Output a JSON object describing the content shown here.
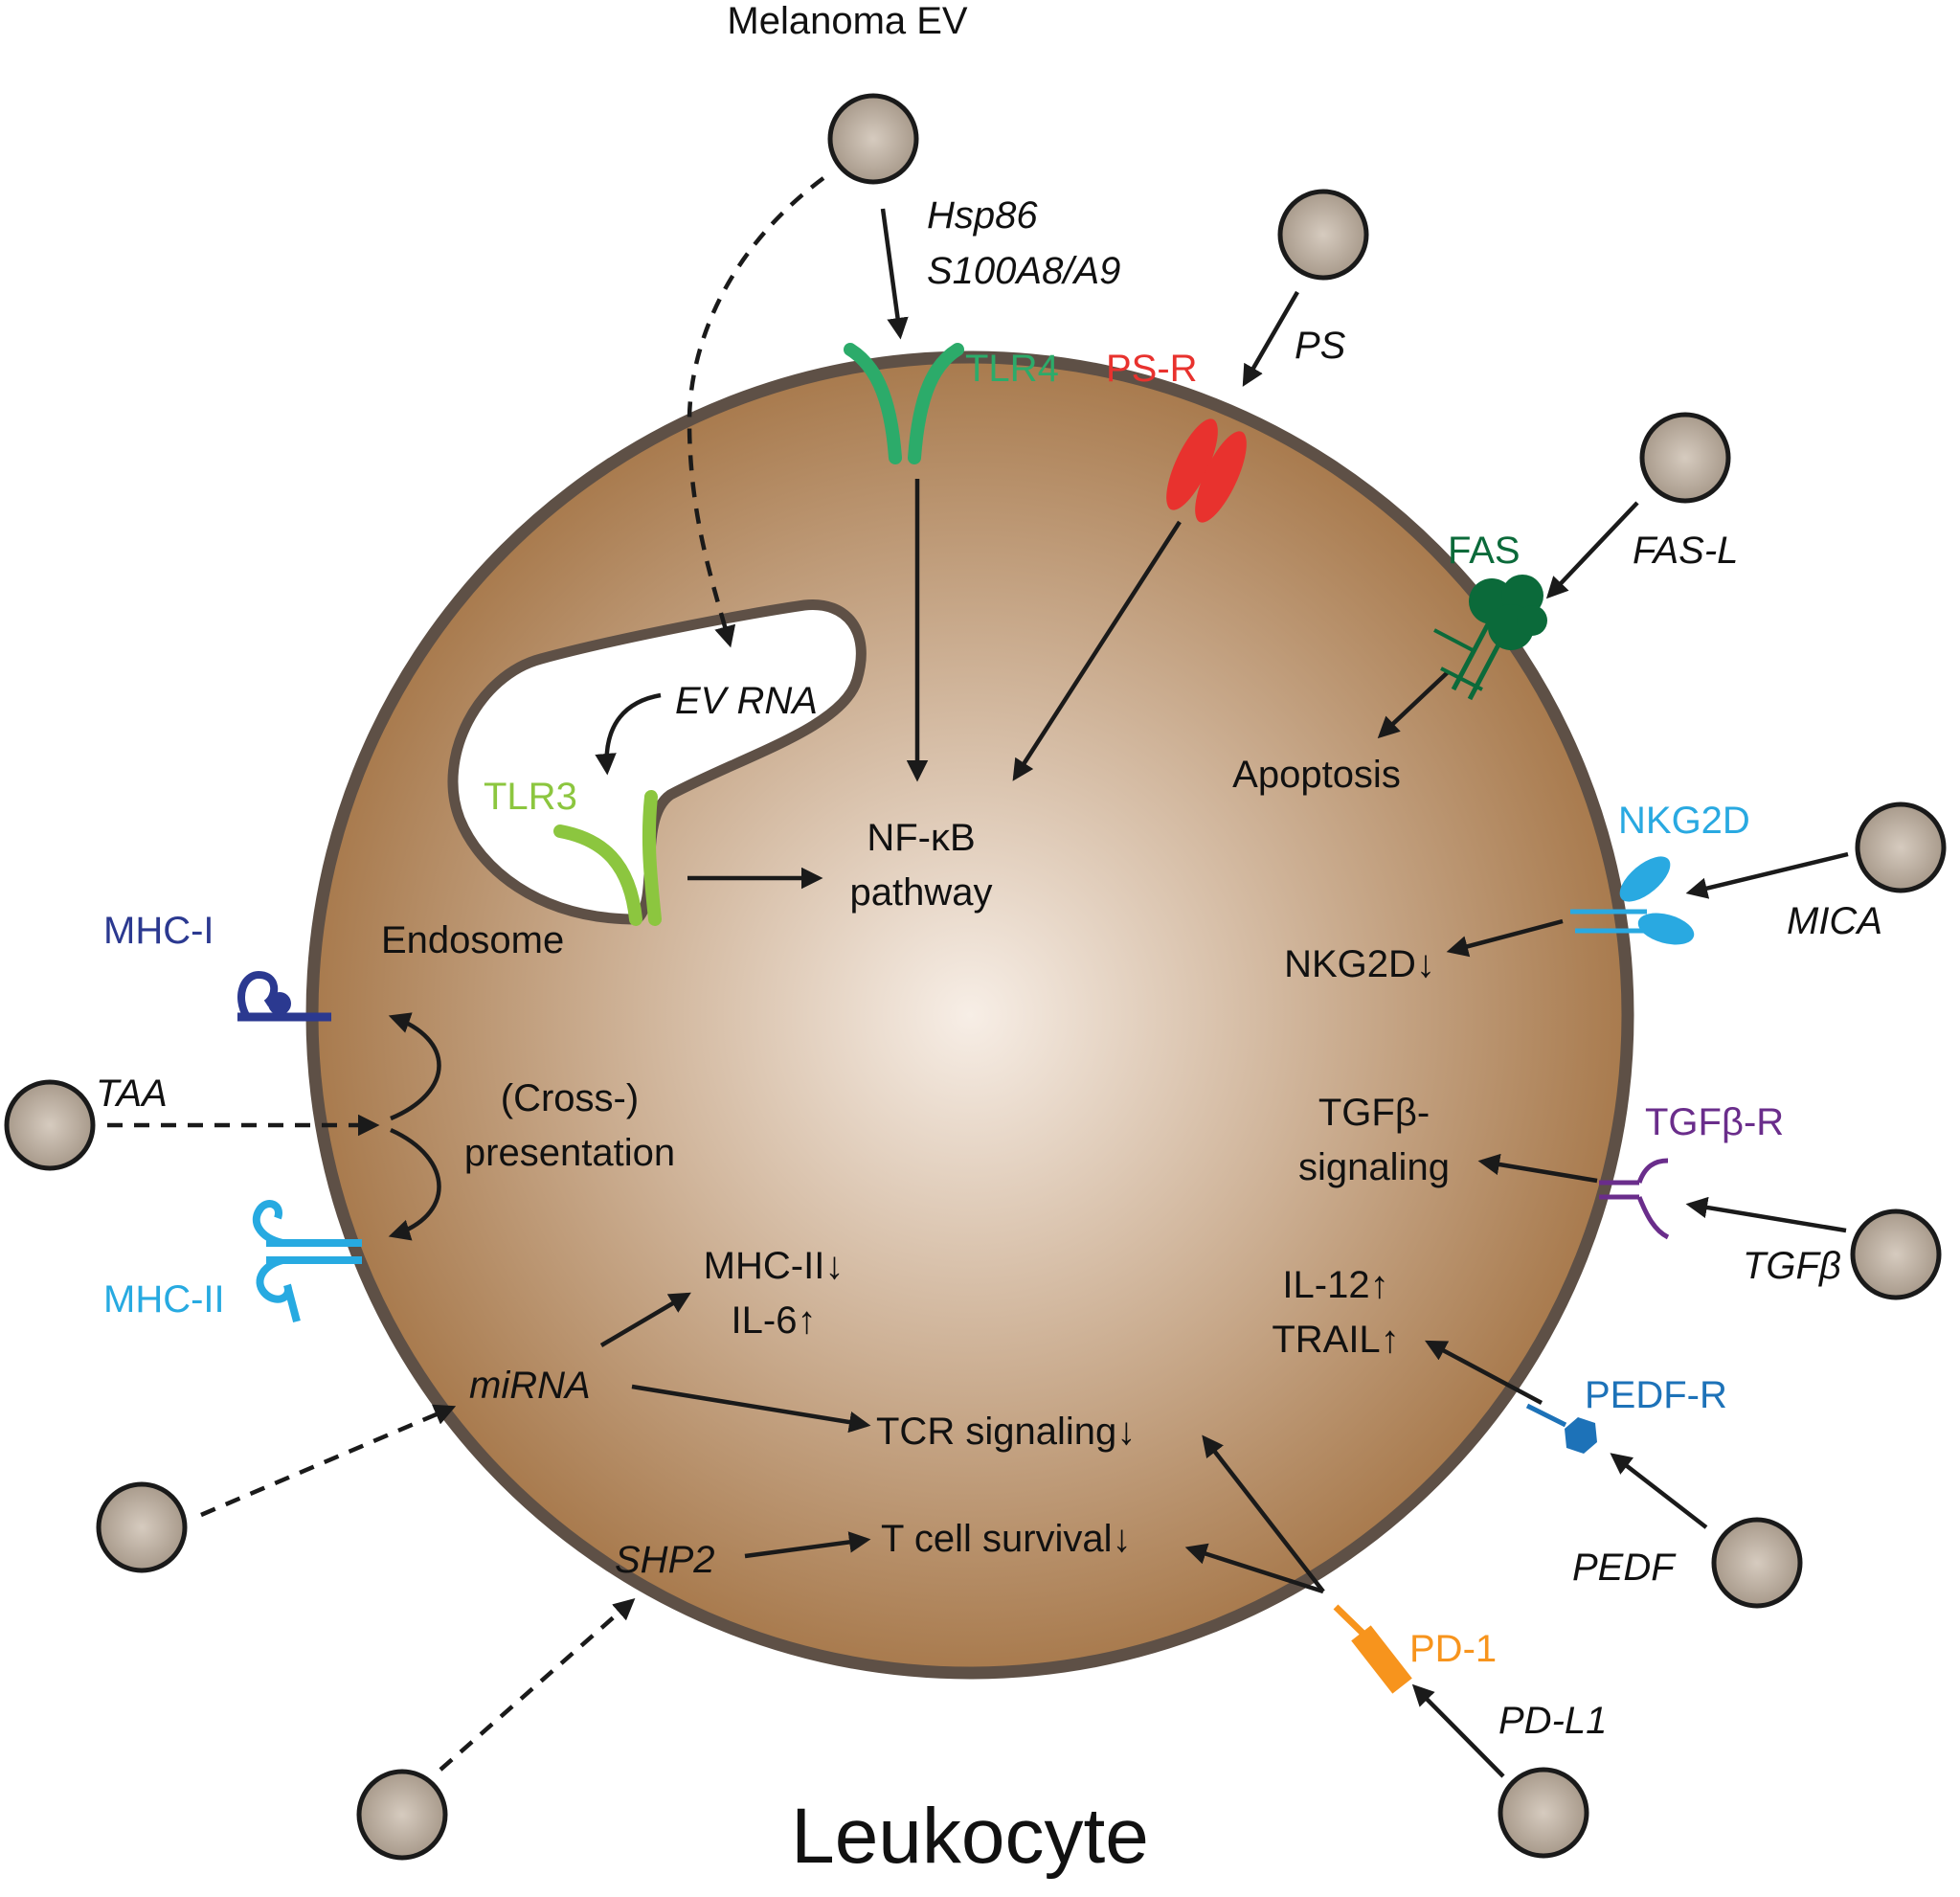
{
  "title": "Leukocyte",
  "source_label": "Melanoma EV",
  "compartment": {
    "endosome": "Endosome",
    "ev_rna": "EV RNA"
  },
  "receptors": {
    "tlr4": "TLR4",
    "tlr3": "TLR3",
    "ps_r": "PS-R",
    "fas": "FAS",
    "nkg2d": "NKG2D",
    "tgfb_r": "TGFβ-R",
    "pedf_r": "PEDF-R",
    "pd1": "PD-1",
    "mhc1": "MHC-I",
    "mhc2": "MHC-II"
  },
  "ligands": {
    "hsp86": "Hsp86",
    "s100": "S100A8/A9",
    "ps": "PS",
    "fas_l": "FAS-L",
    "mica": "MICA",
    "tgfb": "TGFβ",
    "pedf": "PEDF",
    "pd_l1": "PD-L1",
    "taa": "TAA",
    "mirna": "miRNA",
    "shp2": "SHP2"
  },
  "outcomes": {
    "nfkb_line1": "NF-κB",
    "nfkb_line2": "pathway",
    "apoptosis": "Apoptosis",
    "nkg2d_down": "NKG2D↓",
    "tgfb_line1": "TGFβ-",
    "tgfb_line2": "signaling",
    "il12": "IL-12↑",
    "trail": "TRAIL↑",
    "cross_line1": "(Cross-)",
    "cross_line2": "presentation",
    "mhc2_down": "MHC-II↓",
    "il6_up": "IL-6↑",
    "tcr_down": "TCR signaling↓",
    "tcell_down": "T cell survival↓"
  },
  "colors": {
    "cell_light": "#f7eee6",
    "cell_dark": "#a87a4d",
    "cell_border": "#5e5046",
    "ev_fill": "#a89a8b",
    "tlr4": "#2cab6a",
    "tlr3": "#8cc63f",
    "ps_r": "#e8322e",
    "fas": "#0b6a3a",
    "nkg2d": "#29a9e1",
    "tgfb_r": "#6a2d8b",
    "pedf_r": "#1d72b8",
    "pd1": "#f7941d",
    "mhc1": "#2b3990",
    "mhc2": "#27aae1"
  }
}
